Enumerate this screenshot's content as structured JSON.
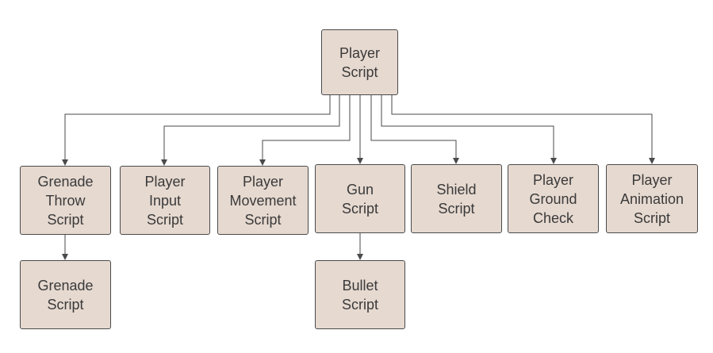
{
  "colors": {
    "node_fill": "#e6d9d0",
    "node_border": "#4a4a4a",
    "edge": "#4a4a4a",
    "text": "#3a3a3a"
  },
  "nodes": {
    "player": {
      "label": "Player\nScript"
    },
    "grenade_throw": {
      "label": "Grenade\nThrow\nScript"
    },
    "player_input": {
      "label": "Player\nInput\nScript"
    },
    "player_movement": {
      "label": "Player\nMovement\nScript"
    },
    "gun": {
      "label": "Gun\nScript"
    },
    "shield": {
      "label": "Shield\nScript"
    },
    "ground_check": {
      "label": "Player\nGround\nCheck"
    },
    "animation": {
      "label": "Player\nAnimation\nScript"
    },
    "grenade": {
      "label": "Grenade\nScript"
    },
    "bullet": {
      "label": "Bullet\nScript"
    }
  },
  "edges": [
    {
      "from": "player",
      "to": "grenade_throw"
    },
    {
      "from": "player",
      "to": "player_input"
    },
    {
      "from": "player",
      "to": "player_movement"
    },
    {
      "from": "player",
      "to": "gun"
    },
    {
      "from": "player",
      "to": "shield"
    },
    {
      "from": "player",
      "to": "ground_check"
    },
    {
      "from": "player",
      "to": "animation"
    },
    {
      "from": "grenade_throw",
      "to": "grenade"
    },
    {
      "from": "gun",
      "to": "bullet"
    }
  ]
}
